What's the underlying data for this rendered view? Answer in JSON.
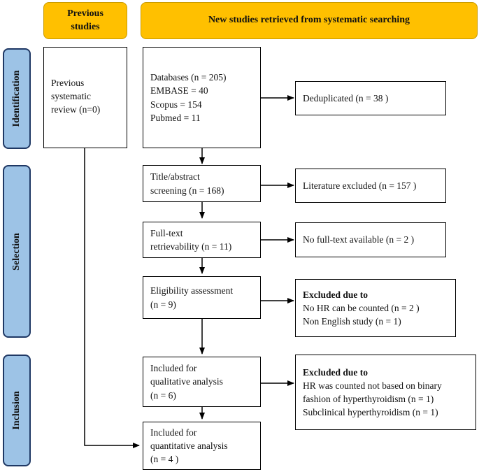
{
  "headers": {
    "previous": "Previous\nstudies",
    "new": "New studies retrieved from systematic searching"
  },
  "phases": {
    "identification": "Identification",
    "selection": "Selection",
    "inclusion": "Inclusion"
  },
  "previous_review": [
    "Previous",
    "systematic",
    "review  (n=0)"
  ],
  "databases": [
    "Databases (n = 205)",
    "EMBASE  = 40",
    "Scopus = 154",
    "Pubmed = 11"
  ],
  "deduplicated": "Deduplicated  (n = 38 )",
  "title_screening": [
    "Title/abstract",
    "screening  (n = 168)"
  ],
  "literature_excluded": "Literature  excluded  (n = 157 )",
  "fulltext": [
    "Full-text",
    "retrievability  (n = 11)"
  ],
  "no_fulltext": "No full-text  available  (n = 2 )",
  "eligibility": [
    "Eligibility  assessment",
    "(n = 9)"
  ],
  "excluded_1": {
    "title": "Excluded due to",
    "lines": [
      "No HR can be counted  (n = 2 )",
      "Non English  study  (n = 1)"
    ]
  },
  "qualitative": [
    "Included for",
    "qualitative  analysis",
    "(n = 6)"
  ],
  "excluded_2": {
    "title": "Excluded due to",
    "lines": [
      "HR was counted not based on binary",
      "fashion of hyperthyroidism  (n = 1)",
      "Subclinical  hyperthyroidism  (n = 1)"
    ]
  },
  "quantitative": [
    "Included for",
    "quantitative  analysis",
    "(n = 4 )"
  ]
}
